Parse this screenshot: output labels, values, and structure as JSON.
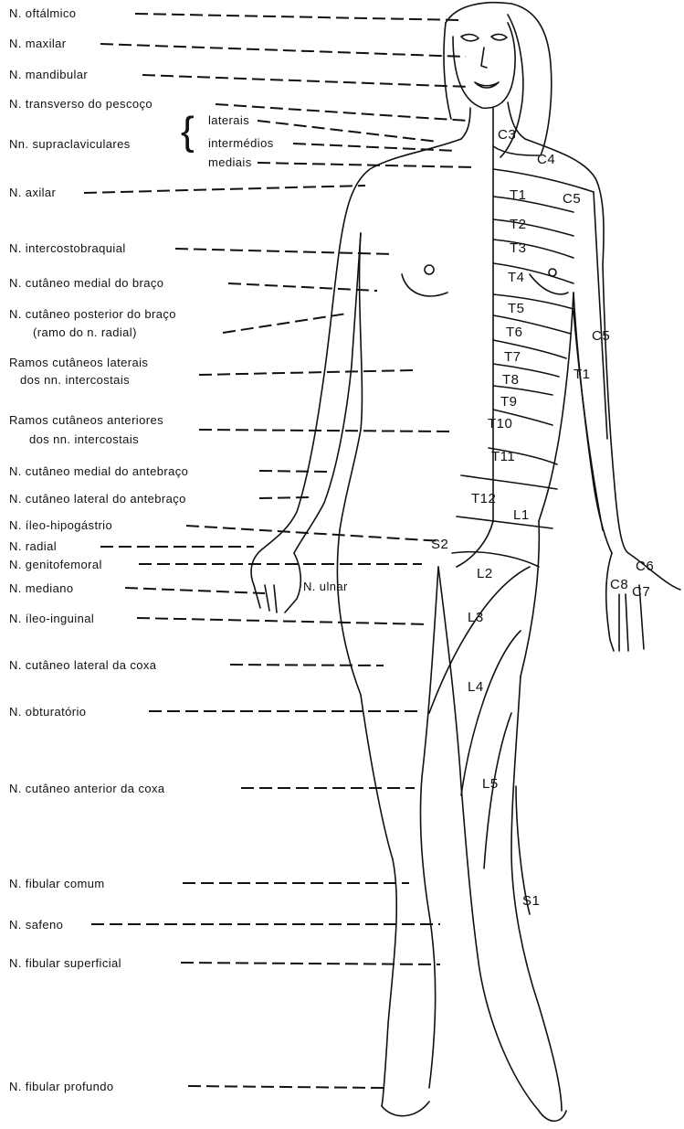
{
  "nerve_labels": {
    "oftalmico": "N. oftálmico",
    "maxilar": "N. maxilar",
    "mandibular": "N. mandibular",
    "transverso": "N. transverso do pescoço",
    "supraclav_group": "Nn. supraclaviculares",
    "supraclav_laterais": "laterais",
    "supraclav_intermedios": "intermédios",
    "supraclav_mediais": "mediais",
    "axilar": "N. axilar",
    "intercostobraquial": "N. intercostobraquial",
    "cut_medial_braco": "N. cutâneo medial do braço",
    "cut_post_braco_1": "N. cutâneo posterior do braço",
    "cut_post_braco_2": "(ramo do n. radial)",
    "ramos_laterais_1": "Ramos cutâneos laterais",
    "ramos_laterais_2": "dos nn. intercostais",
    "ramos_anteriores_1": "Ramos cutâneos anteriores",
    "ramos_anteriores_2": "dos nn. intercostais",
    "cut_medial_antebraco": "N. cutâneo medial do antebraço",
    "cut_lateral_antebraco": "N. cutâneo lateral do antebraço",
    "ileo_hipogastrio": "N. íleo-hipogástrio",
    "radial": "N. radial",
    "genitofemoral": "N. genitofemoral",
    "mediano": "N. mediano",
    "ulnar": "N. ulnar",
    "ileo_inguinal": "N. íleo-inguinal",
    "cut_lateral_coxa": "N. cutâneo lateral da coxa",
    "obturatorio": "N. obturatório",
    "cut_anterior_coxa": "N. cutâneo anterior da coxa",
    "fibular_comum": "N. fibular comum",
    "safeno": "N. safeno",
    "fibular_superficial": "N. fibular superficial",
    "fibular_profundo": "N. fibular profundo"
  },
  "dermatome_labels": {
    "C3": "C3",
    "C4": "C4",
    "C5_upper": "C5",
    "C5_arm": "C5",
    "T1": "T1",
    "T1_arm": "T1",
    "T2": "T2",
    "T3": "T3",
    "T4": "T4",
    "T5": "T5",
    "T6": "T6",
    "T7": "T7",
    "T8": "T8",
    "T9": "T9",
    "T10": "T10",
    "T11": "T11",
    "T12": "T12",
    "L1": "L1",
    "L2": "L2",
    "L3": "L3",
    "L4": "L4",
    "L5": "L5",
    "S2": "S2",
    "S1": "S1",
    "C6": "C6",
    "C7": "C7",
    "C8": "C8"
  }
}
